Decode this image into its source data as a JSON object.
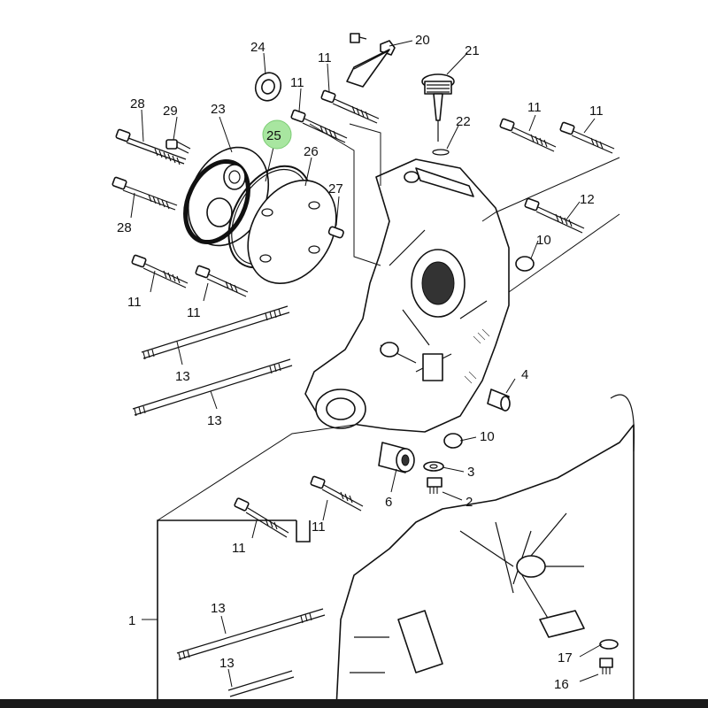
{
  "diagram": {
    "highlighted_callout": "25",
    "labels": {
      "c1": "1",
      "c2": "2",
      "c3": "3",
      "c4": "4",
      "c6": "6",
      "c10a": "10",
      "c10b": "10",
      "c11a": "11",
      "c11b": "11",
      "c11c": "11",
      "c11d": "11",
      "c11e": "11",
      "c11f": "11",
      "c11g": "11",
      "c11h": "11",
      "c12": "12",
      "c13a": "13",
      "c13b": "13",
      "c13c": "13",
      "c13d": "13",
      "c16": "16",
      "c17": "17",
      "c20": "20",
      "c21": "21",
      "c22": "22",
      "c23": "23",
      "c24": "24",
      "c25": "25",
      "c26": "26",
      "c27": "27",
      "c28a": "28",
      "c28b": "28",
      "c29": "29"
    }
  }
}
